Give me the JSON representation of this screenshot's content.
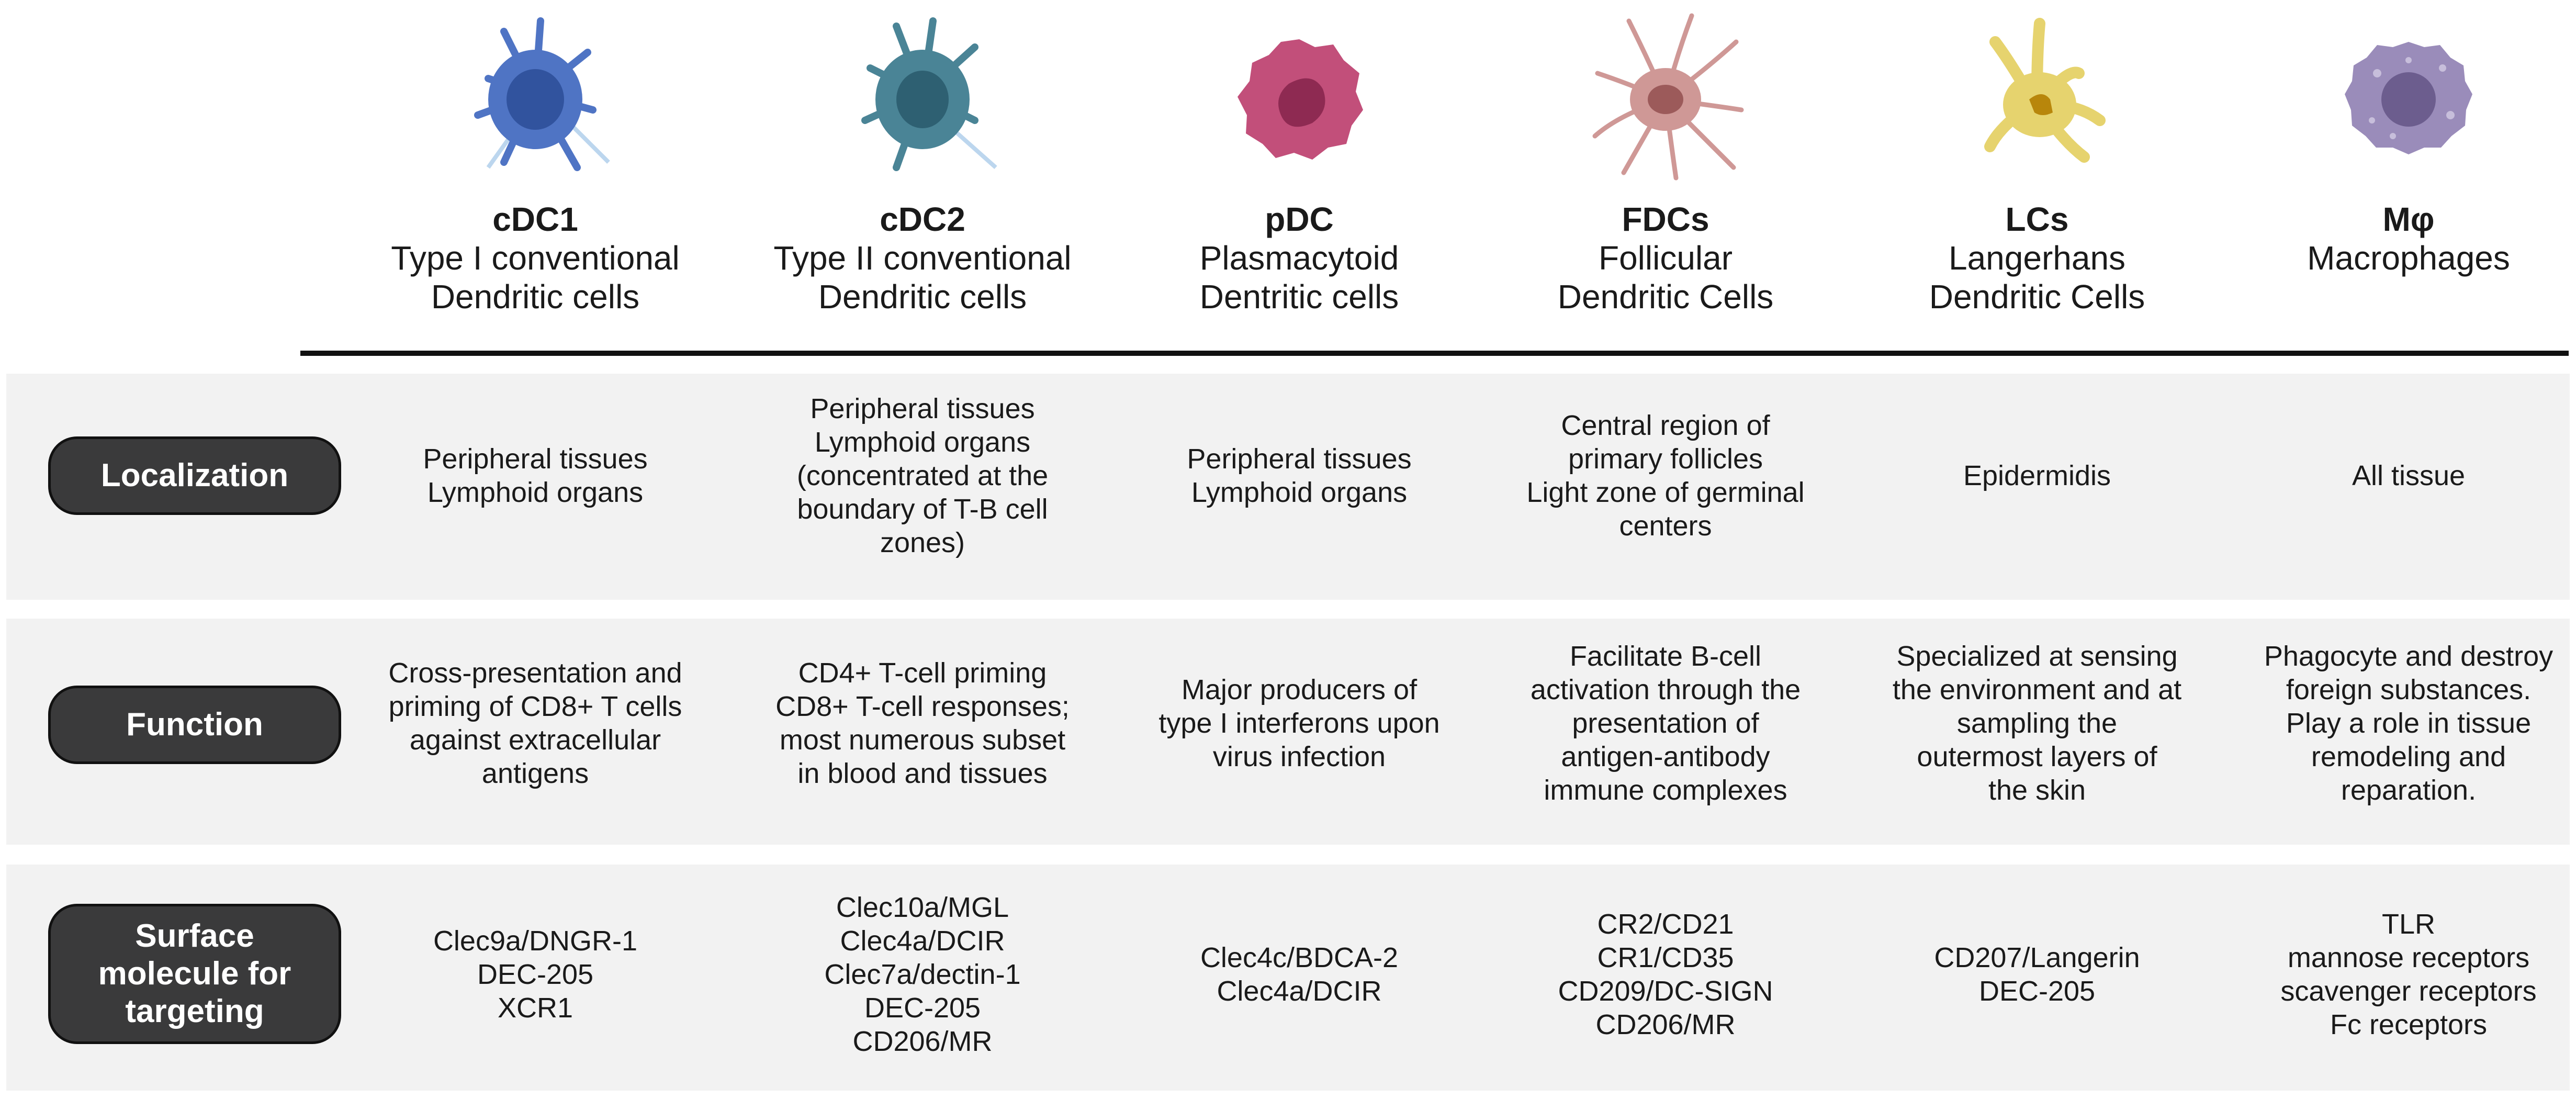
{
  "cells": [
    {
      "name": "cDC1",
      "sub": "Type I conventional\nDendritic cells",
      "icon": "cdc1-cell-icon",
      "color": "#4f74c4"
    },
    {
      "name": "cDC2",
      "sub": "Type II conventional\nDendritic cells",
      "icon": "cdc2-cell-icon",
      "color": "#4a8496"
    },
    {
      "name": "pDC",
      "sub": "Plasmacytoid\nDentritic cells",
      "icon": "pdc-cell-icon",
      "color": "#c24f7a"
    },
    {
      "name": "FDCs",
      "sub": "Follicular\nDendritic Cells",
      "icon": "fdc-cell-icon",
      "color": "#cf9896"
    },
    {
      "name": "LCs",
      "sub": "Langerhans\nDendritic Cells",
      "icon": "lc-cell-icon",
      "color": "#e6d36e"
    },
    {
      "name": "Mφ",
      "sub": "Macrophages",
      "icon": "macrophage-cell-icon",
      "color": "#9a8cba"
    }
  ],
  "rows": [
    {
      "label": "Localization",
      "values": [
        "Peripheral tissues\nLymphoid organs",
        "Peripheral tissues\nLymphoid organs\n(concentrated at the\nboundary of T-B cell\nzones)",
        "Peripheral tissues\nLymphoid organs",
        "Central region of\nprimary follicles\nLight zone of germinal\ncenters",
        "Epidermidis",
        "All tissue"
      ]
    },
    {
      "label": "Function",
      "values": [
        "Cross-presentation and\npriming of CD8+ T cells\nagainst extracellular\nantigens",
        "CD4+ T-cell priming\nCD8+ T-cell responses;\nmost numerous subset\nin blood and tissues",
        "Major producers of\ntype I interferons upon\nvirus infection",
        "Facilitate B-cell\nactivation through the\npresentation of\nantigen-antibody\nimmune complexes",
        "Specialized at sensing\nthe environment and at\nsampling the\noutermost layers of\nthe skin",
        "Phagocyte and destroy\nforeign substances.\nPlay a role in tissue\nremodeling and\nreparation."
      ]
    },
    {
      "label": "Surface\nmolecule for\ntargeting",
      "values": [
        "Clec9a/DNGR-1\nDEC-205\nXCR1",
        "Clec10a/MGL\nClec4a/DCIR\nClec7a/dectin-1\nDEC-205\nCD206/MR",
        "Clec4c/BDCA-2\nClec4a/DCIR",
        "CR2/CD21\nCR1/CD35\nCD209/DC-SIGN\nCD206/MR",
        "CD207/Langerin\nDEC-205",
        "TLR\nmannose receptors\nscavenger receptors\nFc receptors"
      ]
    }
  ]
}
